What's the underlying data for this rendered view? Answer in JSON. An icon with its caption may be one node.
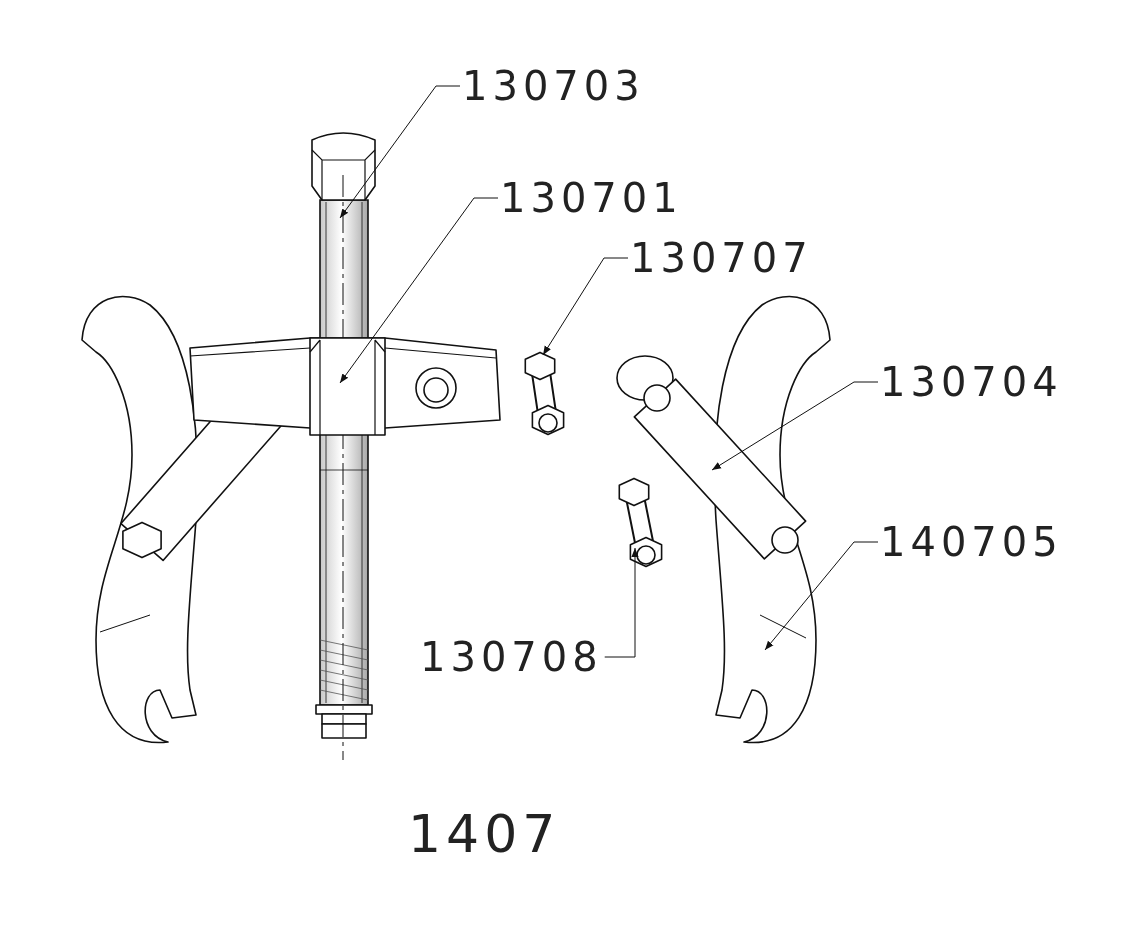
{
  "diagram": {
    "caption": "1407",
    "nodes": [
      {
        "text": [
          "130703"
        ]
      },
      {
        "text": [
          "130701"
        ]
      },
      {
        "text": [
          "130707"
        ]
      },
      {
        "text": [
          "130704"
        ]
      },
      {
        "text": [
          "140705"
        ]
      },
      {
        "text": [
          "130708"
        ]
      },
      {
        "text": [],
        "shape": "picture"
      },
      {
        "text": [],
        "shape": "picture"
      },
      {
        "text": [],
        "shape": "picture"
      },
      {
        "text": [],
        "shape": "picture"
      },
      {
        "text": [],
        "shape": "picture"
      },
      {
        "text": [],
        "shape": "picture"
      }
    ],
    "edges": [
      {
        "from": 0,
        "to": 6,
        "arrow": "to"
      },
      {
        "from": 1,
        "to": 7,
        "arrow": "to"
      },
      {
        "from": 2,
        "to": 8,
        "arrow": "to"
      },
      {
        "from": 3,
        "to": 9,
        "arrow": "to"
      },
      {
        "from": 4,
        "to": 10,
        "arrow": "to"
      },
      {
        "from": 5,
        "to": 11,
        "arrow": "to"
      }
    ]
  }
}
